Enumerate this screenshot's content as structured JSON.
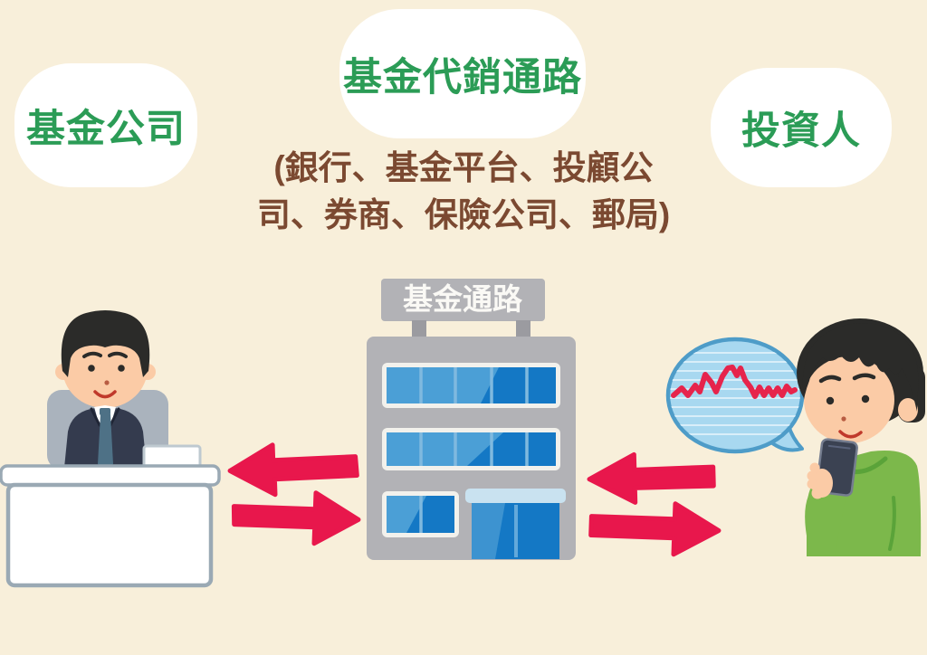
{
  "labels": {
    "fund_company": "基金公司",
    "channel_title": "基金代銷通路",
    "channel_detail_line1": "(銀行、基金平台、投顧公",
    "channel_detail_line2": "司、券商、保險公司、郵局)",
    "investor": "投資人",
    "building_sign": "基金通路"
  },
  "colors": {
    "background_cream": "#F8EFDA",
    "bubble_white": "#FFFFFF",
    "green_label": "#2B9C56",
    "brown_detail": "#7B4931",
    "arrow_red": "#E8174C",
    "building_gray": "#B2B2B6",
    "window_blue": "#1478C5",
    "window_blue_light": "#4B9FD6",
    "door_header_blue": "#C9E2F0",
    "speech_bubble_fill": "#A8D8F0",
    "speech_bubble_border": "#4E9CC8",
    "chart_line_red": "#E6244C",
    "sweater_green": "#7CB84B",
    "suit_navy": "#343B4E",
    "tie_steel_blue": "#4E7186",
    "skin_tone": "#FBCBA6",
    "hair_black": "#2B2B29",
    "desk_border_gray": "#9AA9B4"
  }
}
